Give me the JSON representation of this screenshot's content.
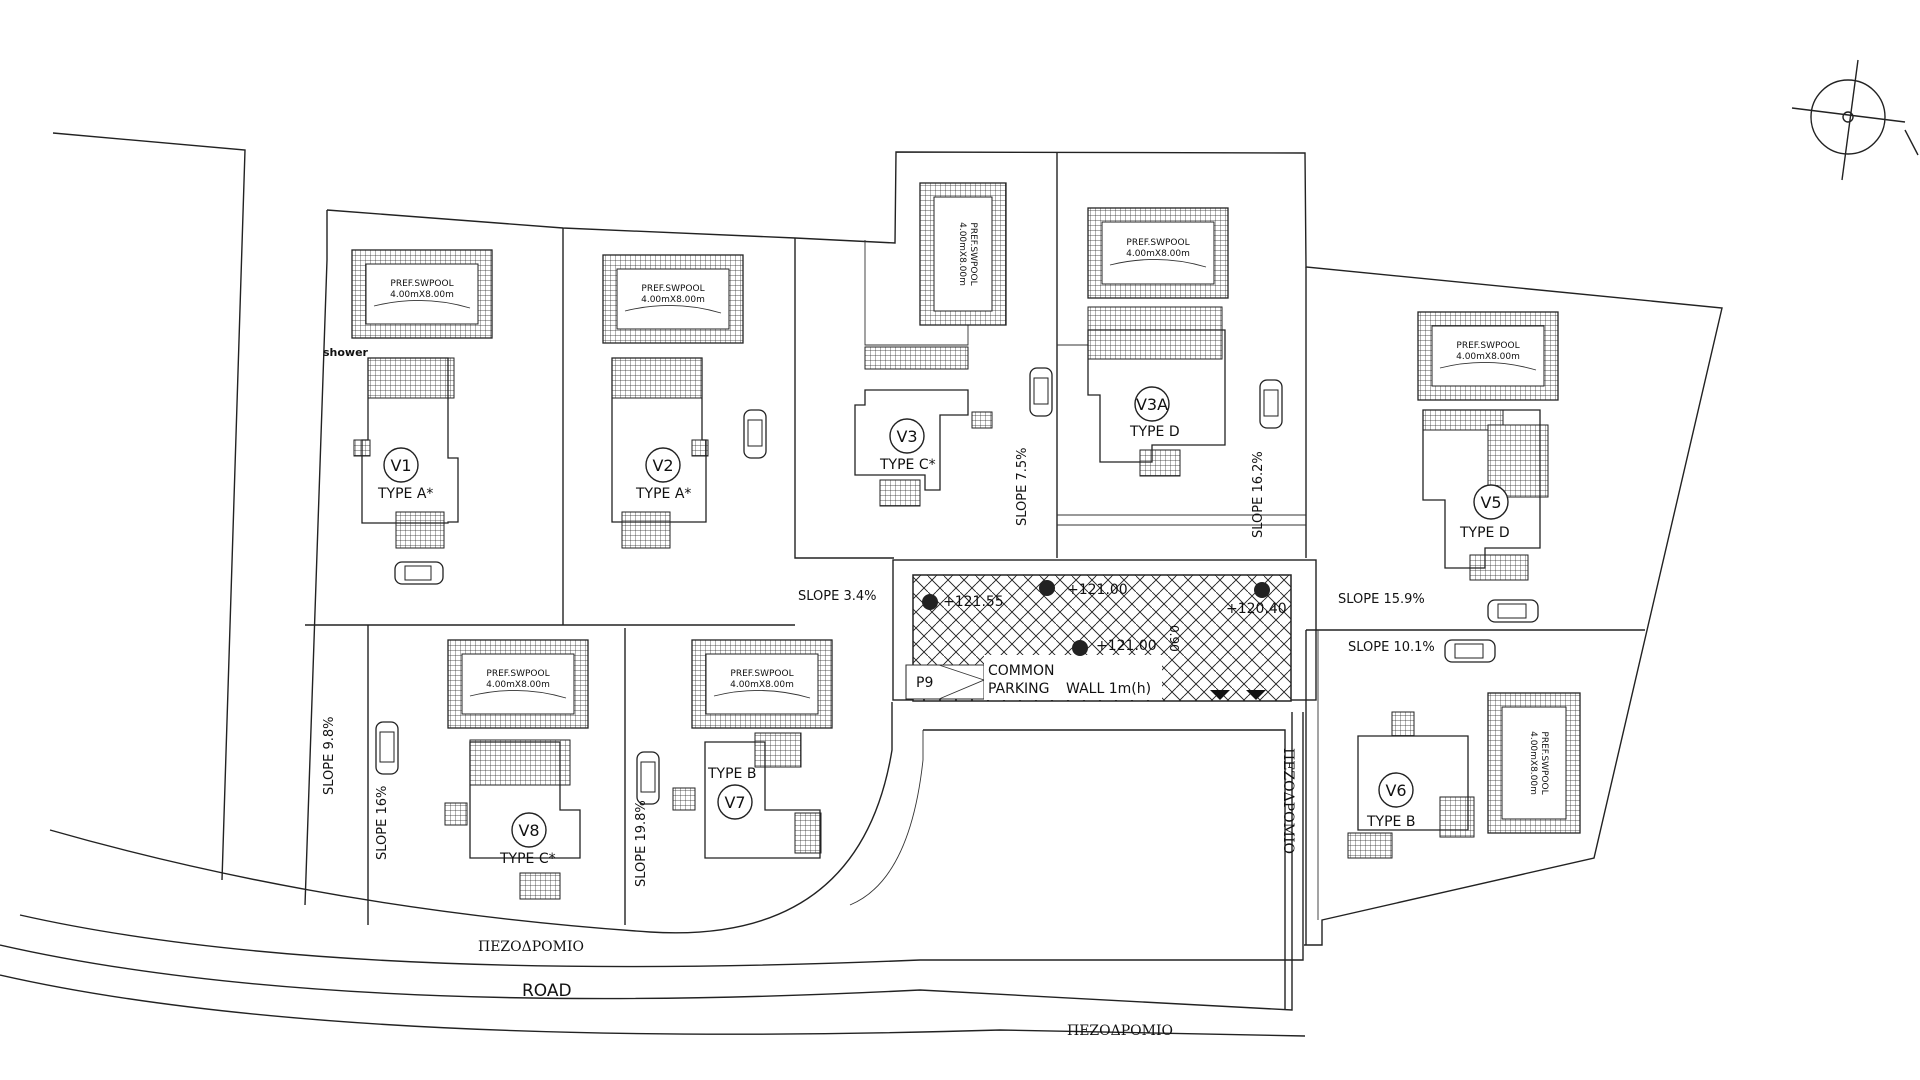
{
  "villas": [
    {
      "id": "V1",
      "type": "TYPE A*"
    },
    {
      "id": "V2",
      "type": "TYPE A*"
    },
    {
      "id": "V3",
      "type": "TYPE C*"
    },
    {
      "id": "V3A",
      "type": "TYPE D"
    },
    {
      "id": "V5",
      "type": "TYPE D"
    },
    {
      "id": "V6",
      "type": "TYPE B"
    },
    {
      "id": "V7",
      "type": "TYPE B"
    },
    {
      "id": "V8",
      "type": "TYPE C*"
    }
  ],
  "pool": {
    "label": "PREF.SWPOOL",
    "size": "4.00mX8.00m"
  },
  "shower": "shower",
  "slopes": [
    "SLOPE 3.4%",
    "SLOPE 7.5%",
    "SLOPE 16.2%",
    "SLOPE 15.9%",
    "SLOPE 10.1%",
    "SLOPE 9.8%",
    "SLOPE 16%",
    "SLOPE 19.8%"
  ],
  "levels": [
    "+121.55",
    "+121.00",
    "+120.40",
    "+121.00"
  ],
  "parking": {
    "space": "P9",
    "line1": "COMMON",
    "line2": "PARKING",
    "wall": "WALL 1m(h)",
    "width": "0.90"
  },
  "pedestrian": "ΠΕΖΟΔΡΟΜΙΟ",
  "road": "ROAD"
}
